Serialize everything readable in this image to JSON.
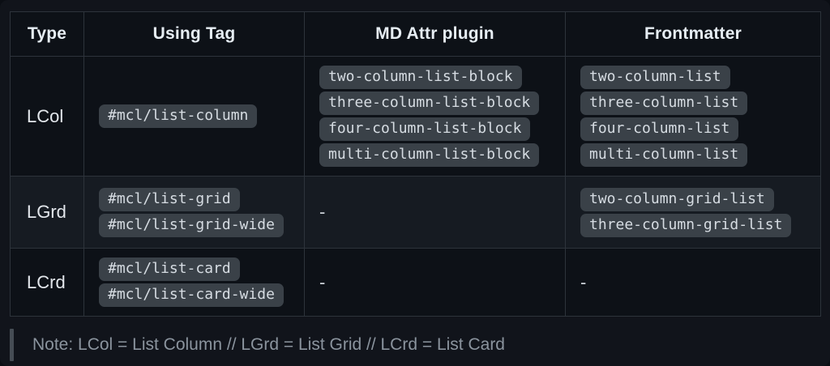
{
  "table": {
    "headers": [
      {
        "label": "Type"
      },
      {
        "label": "Using Tag"
      },
      {
        "label": "MD Attr plugin"
      },
      {
        "label": "Frontmatter"
      }
    ],
    "column_keys": [
      "type",
      "using_tag",
      "md_attr_plugin",
      "frontmatter"
    ],
    "rows": [
      {
        "type": "LCol",
        "using_tag": [
          "#mcl/list-column"
        ],
        "md_attr_plugin": [
          "two-column-list-block",
          "three-column-list-block",
          "four-column-list-block",
          "multi-column-list-block"
        ],
        "frontmatter": [
          "two-column-list",
          "three-column-list",
          "four-column-list",
          "multi-column-list"
        ]
      },
      {
        "type": "LGrd",
        "using_tag": [
          "#mcl/list-grid",
          "#mcl/list-grid-wide"
        ],
        "md_attr_plugin": "-",
        "frontmatter": [
          "two-column-grid-list",
          "three-column-grid-list"
        ]
      },
      {
        "type": "LCrd",
        "using_tag": [
          "#mcl/list-card",
          "#mcl/list-card-wide"
        ],
        "md_attr_plugin": "-",
        "frontmatter": "-"
      }
    ]
  },
  "note": {
    "text": "Note: LCol = List Column // LGrd = List Grid // LCrd = List Card"
  },
  "colors": {
    "page_bg": "#11141b",
    "cell_bg": "#0d1117",
    "cell_bg_alt": "#161b22",
    "border": "#2d333b",
    "pill_bg": "#3a4148",
    "pill_text": "#d6dce2",
    "header_text": "#e6edf3",
    "type_text": "#e3e7ec",
    "note_text": "#8b949e",
    "note_bar": "#464d55"
  }
}
